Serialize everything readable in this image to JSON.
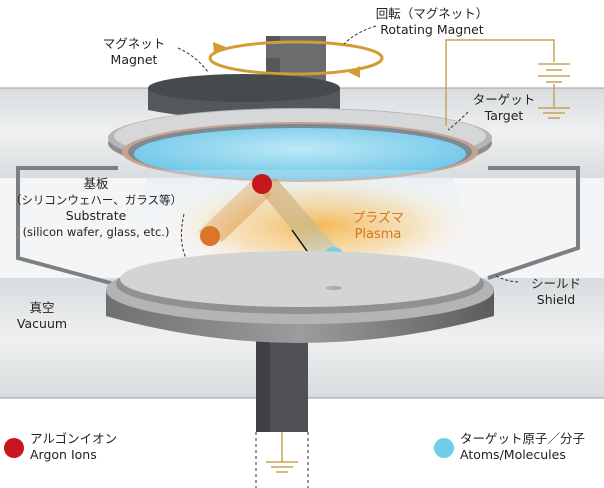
{
  "labels": {
    "rotating_magnet_jp": "回転（マグネット）",
    "rotating_magnet_en": "Rotating Magnet",
    "magnet_jp": "マグネット",
    "magnet_en": "Magnet",
    "target_jp": "ターゲット",
    "target_en": "Target",
    "substrate_jp": "基板",
    "substrate_sub_jp": "（シリコンウェハー、ガラス等）",
    "substrate_en": "Substrate",
    "substrate_sub_en": "(silicon wafer, glass, etc.)",
    "plasma_jp": "プラズマ",
    "plasma_en": "Plasma",
    "vacuum_jp": "真空",
    "vacuum_en": "Vacuum",
    "shield_jp": "シールド",
    "shield_en": "Shield"
  },
  "legend": {
    "argon_jp": "アルゴンイオン",
    "argon_en": "Argon Ions",
    "atoms_jp": "ターゲット原子／分子",
    "atoms_en": "Atoms/Molecules"
  },
  "colors": {
    "argon": "#c8161d",
    "atom": "#5cc8e2",
    "plasma": "#f7a21b",
    "target": "#8ed6ef",
    "wire": "#c9a25a"
  }
}
